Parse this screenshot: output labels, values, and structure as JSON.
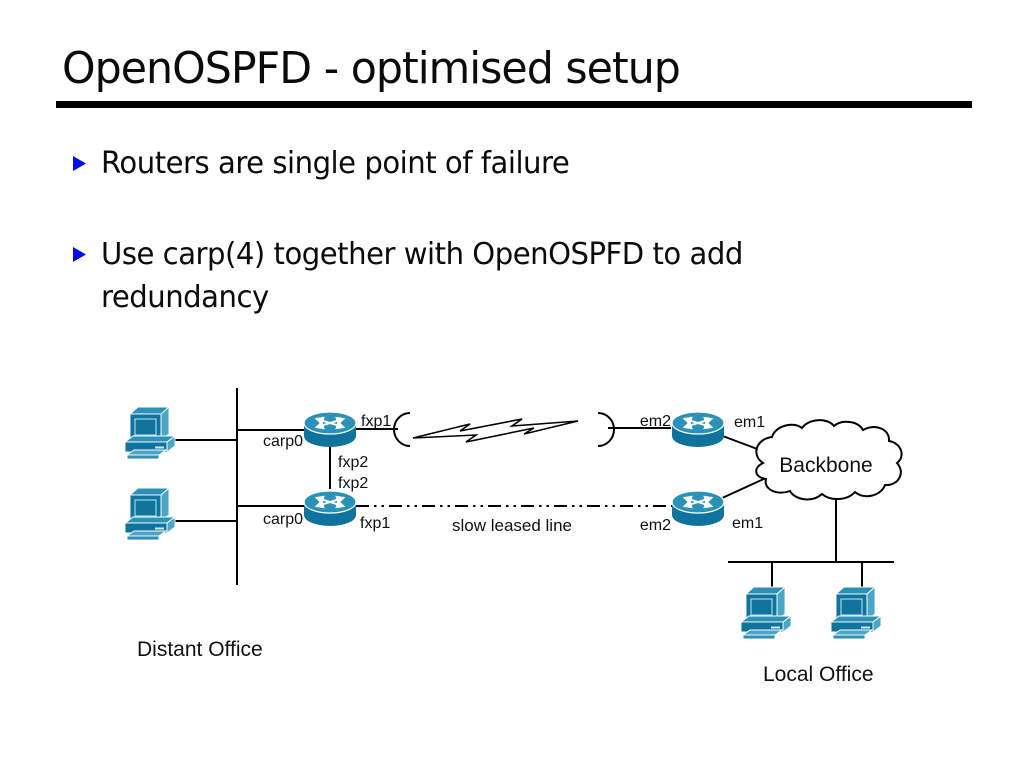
{
  "slide": {
    "title": "OpenOSPFD - optimised setup",
    "bullets": [
      {
        "lines": [
          "Routers are single point of failure",
          ""
        ]
      },
      {
        "lines": [
          "Use carp(4) together with OpenOSPFD to add",
          "redundancy"
        ]
      }
    ]
  },
  "diagram": {
    "labels": {
      "carp0_top": "carp0",
      "fxp1_top": "fxp1",
      "fxp2_top": "fxp2",
      "fxp2_bottom": "fxp2",
      "carp0_bottom": "carp0",
      "fxp1_bottom": "fxp1",
      "em2_top": "em2",
      "em1_top": "em1",
      "em2_bottom": "em2",
      "em1_bottom": "em1",
      "slow_leased_line": "slow leased line",
      "backbone": "Backbone",
      "distant_office": "Distant Office",
      "local_office": "Local Office"
    }
  },
  "colors": {
    "bullet_blue": "#0909ee",
    "device_teal": "#10739e",
    "device_teal_mid": "#2b91b6",
    "device_teal_light": "#4aa6c6",
    "device_highlight": "#cfe9f4",
    "line_black": "#000000"
  }
}
